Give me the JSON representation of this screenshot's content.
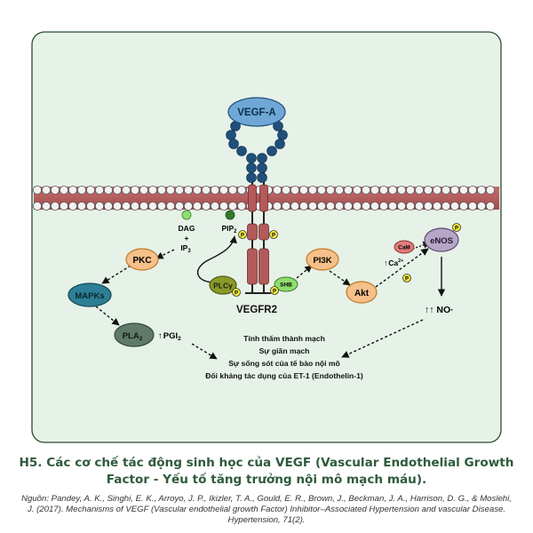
{
  "diagram": {
    "ligand": "VEGF-A",
    "receptor": "VEGFR2",
    "nodes": {
      "pkc": "PKC",
      "mapks": "MAPKs",
      "pla2_main": "PLA",
      "pla2_sub": "2",
      "plc_gamma": "PLCγ",
      "shb": "SHB",
      "pi3k": "PI3K",
      "akt": "Akt",
      "cam": "CaM",
      "enos": "eNOS",
      "phospho": "P"
    },
    "labels": {
      "dag": "DAG",
      "plus": "+",
      "ip3_main": "IP",
      "ip3_sub": "3",
      "pip2_main": "PIP",
      "pip2_sub": "2",
      "ca_main": "Ca",
      "ca_sup": "2+",
      "up_arrow": "↑",
      "pgi2_main": "PGI",
      "pgi2_sub": "2",
      "no": "↑↑ NO·"
    },
    "effects": [
      "Tính thấm thành mạch",
      "Sự giãn mạch",
      "Sự sống sót của tế bào nội mô",
      "Đối kháng tác dụng của ET-1 (Endothelin-1)"
    ]
  },
  "caption": "H5. Các cơ chế tác động sinh học của VEGF (Vascular Endothelial Growth Factor - Yếu tố tăng trưởng nội mô mạch máu).",
  "source": "Nguồn: Pandey, A. K., Singhi, E. K., Arroyo, J. P., Ikizler, T. A., Gould, E. R., Brown, J., Beckman, J. A., Harrison, D. G., & Moslehi, J. (2017). Mechanisms of VEGF (Vascular endothelial growth Factor) Inhibitor–Associated Hypertension and vascular Disease. Hypertension, 71(2).",
  "colors": {
    "panel_bg": "#e6f2e8",
    "panel_border": "#2b4a33",
    "membrane": "#b35a5a",
    "vegf": "#6fa8d6",
    "bead": "#1f4f7a",
    "pkc": "#f5c089",
    "mapks": "#2d7f95",
    "pla2": "#5f7a6a",
    "plc": "#8a9a2a",
    "shb": "#8fdc6f",
    "pi3k": "#f5c089",
    "akt": "#f5c089",
    "cam": "#e07b7b",
    "enos": "#b6a6c8",
    "phospho": "#f2ea3a",
    "caption": "#2f5a3c"
  }
}
